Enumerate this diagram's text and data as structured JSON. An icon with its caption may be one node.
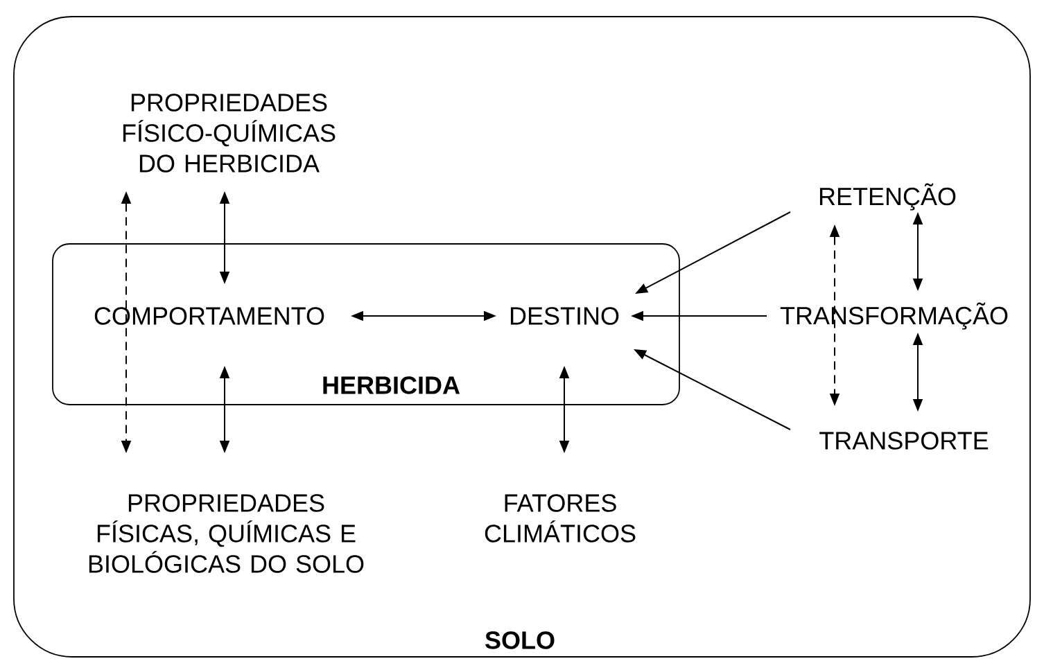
{
  "diagram": {
    "nodes": [
      {
        "text": [
          "SOLO"
        ]
      },
      {
        "text": [
          "HERBICIDA"
        ],
        "in": 0
      },
      {
        "text": [
          "PROPRIEDADES FÍSICO-QUÍMICAS DO HERBICIDA"
        ],
        "in": 0
      },
      {
        "text": [
          "COMPORTAMENTO"
        ],
        "in": 1
      },
      {
        "text": [
          "DESTINO"
        ],
        "in": 1
      },
      {
        "text": [
          "RETENÇÃO"
        ],
        "in": 0
      },
      {
        "text": [
          "TRANSFORMAÇÃO"
        ],
        "in": 0
      },
      {
        "text": [
          "TRANSPORTE"
        ],
        "in": 0
      },
      {
        "text": [
          "PROPRIEDADES FÍSICAS, QUÍMICAS E BIOLÓGICAS DO SOLO"
        ],
        "in": 0
      },
      {
        "text": [
          "FATORES CLIMÁTICOS"
        ],
        "in": 0
      }
    ],
    "edges": [
      {
        "from": 3,
        "to": 4,
        "arrow": "both"
      },
      {
        "from": 2,
        "to": 3,
        "arrow": "both"
      },
      {
        "from": 3,
        "to": 8,
        "arrow": "both"
      },
      {
        "from": 2,
        "to": 8,
        "arrow": "both",
        "style": "dashed"
      },
      {
        "from": 4,
        "to": 9,
        "arrow": "both"
      },
      {
        "from": 5,
        "to": 4,
        "arrow": "to"
      },
      {
        "from": 6,
        "to": 4,
        "arrow": "to"
      },
      {
        "from": 7,
        "to": 4,
        "arrow": "to"
      },
      {
        "from": 5,
        "to": 6,
        "arrow": "both"
      },
      {
        "from": 6,
        "to": 7,
        "arrow": "both"
      },
      {
        "from": 5,
        "to": 7,
        "arrow": "both",
        "style": "dashed"
      }
    ]
  }
}
